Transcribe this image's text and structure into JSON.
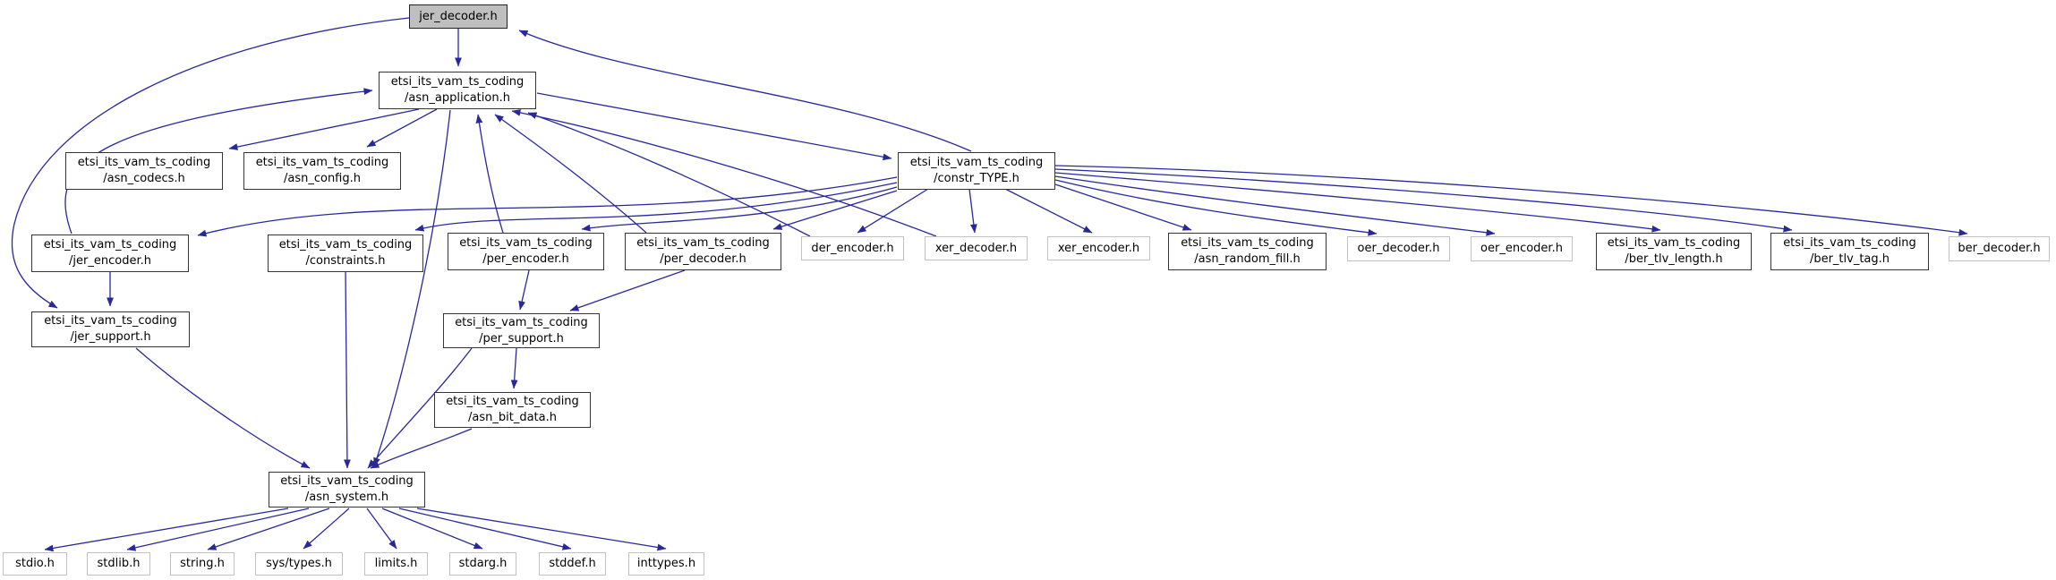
{
  "diagram": {
    "type": "doxygen-include-dependency-graph",
    "root_file": "jer_decoder.h",
    "edge_color": "#28289b",
    "root_fill": "#bfbfbf",
    "internal_border": "#353535",
    "system_border": "#c2c2c2"
  },
  "nodes": {
    "jer_decoder": {
      "line1": "jer_decoder.h"
    },
    "asn_application": {
      "line1": "etsi_its_vam_ts_coding",
      "line2": "/asn_application.h"
    },
    "asn_codecs": {
      "line1": "etsi_its_vam_ts_coding",
      "line2": "/asn_codecs.h"
    },
    "asn_config": {
      "line1": "etsi_its_vam_ts_coding",
      "line2": "/asn_config.h"
    },
    "constr_type": {
      "line1": "etsi_its_vam_ts_coding",
      "line2": "/constr_TYPE.h"
    },
    "jer_encoder": {
      "line1": "etsi_its_vam_ts_coding",
      "line2": "/jer_encoder.h"
    },
    "constraints": {
      "line1": "etsi_its_vam_ts_coding",
      "line2": "/constraints.h"
    },
    "per_encoder": {
      "line1": "etsi_its_vam_ts_coding",
      "line2": "/per_encoder.h"
    },
    "per_decoder": {
      "line1": "etsi_its_vam_ts_coding",
      "line2": "/per_decoder.h"
    },
    "der_encoder": {
      "line1": "der_encoder.h"
    },
    "xer_decoder": {
      "line1": "xer_decoder.h"
    },
    "xer_encoder": {
      "line1": "xer_encoder.h"
    },
    "asn_random_fill": {
      "line1": "etsi_its_vam_ts_coding",
      "line2": "/asn_random_fill.h"
    },
    "oer_decoder": {
      "line1": "oer_decoder.h"
    },
    "oer_encoder": {
      "line1": "oer_encoder.h"
    },
    "ber_tlv_length": {
      "line1": "etsi_its_vam_ts_coding",
      "line2": "/ber_tlv_length.h"
    },
    "ber_tlv_tag": {
      "line1": "etsi_its_vam_ts_coding",
      "line2": "/ber_tlv_tag.h"
    },
    "ber_decoder": {
      "line1": "ber_decoder.h"
    },
    "jer_support": {
      "line1": "etsi_its_vam_ts_coding",
      "line2": "/jer_support.h"
    },
    "per_support": {
      "line1": "etsi_its_vam_ts_coding",
      "line2": "/per_support.h"
    },
    "asn_bit_data": {
      "line1": "etsi_its_vam_ts_coding",
      "line2": "/asn_bit_data.h"
    },
    "asn_system": {
      "line1": "etsi_its_vam_ts_coding",
      "line2": "/asn_system.h"
    },
    "stdio": {
      "line1": "stdio.h"
    },
    "stdlib": {
      "line1": "stdlib.h"
    },
    "string": {
      "line1": "string.h"
    },
    "sys_types": {
      "line1": "sys/types.h"
    },
    "limits": {
      "line1": "limits.h"
    },
    "stdarg": {
      "line1": "stdarg.h"
    },
    "stddef": {
      "line1": "stddef.h"
    },
    "inttypes": {
      "line1": "inttypes.h"
    }
  },
  "edges": [
    [
      "jer_decoder",
      "asn_application"
    ],
    [
      "jer_decoder",
      "jer_support"
    ],
    [
      "constr_type",
      "jer_decoder"
    ],
    [
      "asn_application",
      "asn_codecs"
    ],
    [
      "asn_application",
      "asn_config"
    ],
    [
      "asn_application",
      "constr_type"
    ],
    [
      "asn_application",
      "asn_system"
    ],
    [
      "jer_encoder",
      "asn_application"
    ],
    [
      "jer_encoder",
      "jer_support"
    ],
    [
      "per_encoder",
      "asn_application"
    ],
    [
      "per_decoder",
      "asn_application"
    ],
    [
      "xer_decoder",
      "asn_application"
    ],
    [
      "der_encoder",
      "asn_application"
    ],
    [
      "constr_type",
      "jer_encoder"
    ],
    [
      "constr_type",
      "constraints"
    ],
    [
      "constr_type",
      "per_encoder"
    ],
    [
      "constr_type",
      "per_decoder"
    ],
    [
      "constr_type",
      "der_encoder"
    ],
    [
      "constr_type",
      "xer_decoder"
    ],
    [
      "constr_type",
      "xer_encoder"
    ],
    [
      "constr_type",
      "asn_random_fill"
    ],
    [
      "constr_type",
      "oer_decoder"
    ],
    [
      "constr_type",
      "oer_encoder"
    ],
    [
      "constr_type",
      "ber_tlv_length"
    ],
    [
      "constr_type",
      "ber_tlv_tag"
    ],
    [
      "constr_type",
      "ber_decoder"
    ],
    [
      "per_encoder",
      "per_support"
    ],
    [
      "per_decoder",
      "per_support"
    ],
    [
      "per_support",
      "asn_system"
    ],
    [
      "per_support",
      "asn_bit_data"
    ],
    [
      "asn_bit_data",
      "asn_system"
    ],
    [
      "jer_support",
      "asn_system"
    ],
    [
      "constraints",
      "asn_system"
    ],
    [
      "asn_system",
      "stdio"
    ],
    [
      "asn_system",
      "stdlib"
    ],
    [
      "asn_system",
      "string"
    ],
    [
      "asn_system",
      "sys_types"
    ],
    [
      "asn_system",
      "limits"
    ],
    [
      "asn_system",
      "stdarg"
    ],
    [
      "asn_system",
      "stddef"
    ],
    [
      "asn_system",
      "inttypes"
    ]
  ]
}
